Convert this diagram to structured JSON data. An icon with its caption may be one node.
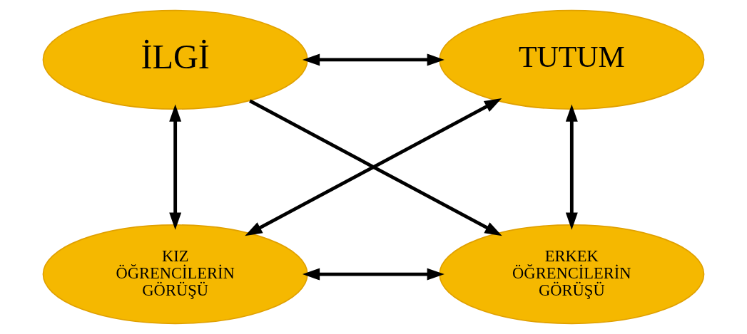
{
  "diagram": {
    "nodes": [
      {
        "text": [
          "İLGİ"
        ]
      },
      {
        "text": [
          "TUTUM"
        ]
      },
      {
        "text": [
          "KIZ ÖĞRENCİLERİN GÖRÜŞÜ"
        ]
      },
      {
        "text": [
          "ERKEK ÖĞRENCİLERİN GÖRÜŞÜ"
        ]
      }
    ],
    "edges": [
      {
        "from": 0,
        "to": 1,
        "arrow": "both"
      },
      {
        "from": 0,
        "to": 2,
        "arrow": "both"
      },
      {
        "from": 0,
        "to": 3,
        "arrow": "to"
      },
      {
        "from": 1,
        "to": 2,
        "arrow": "both"
      },
      {
        "from": 1,
        "to": 3,
        "arrow": "both"
      },
      {
        "from": 2,
        "to": 3,
        "arrow": "both"
      }
    ]
  }
}
